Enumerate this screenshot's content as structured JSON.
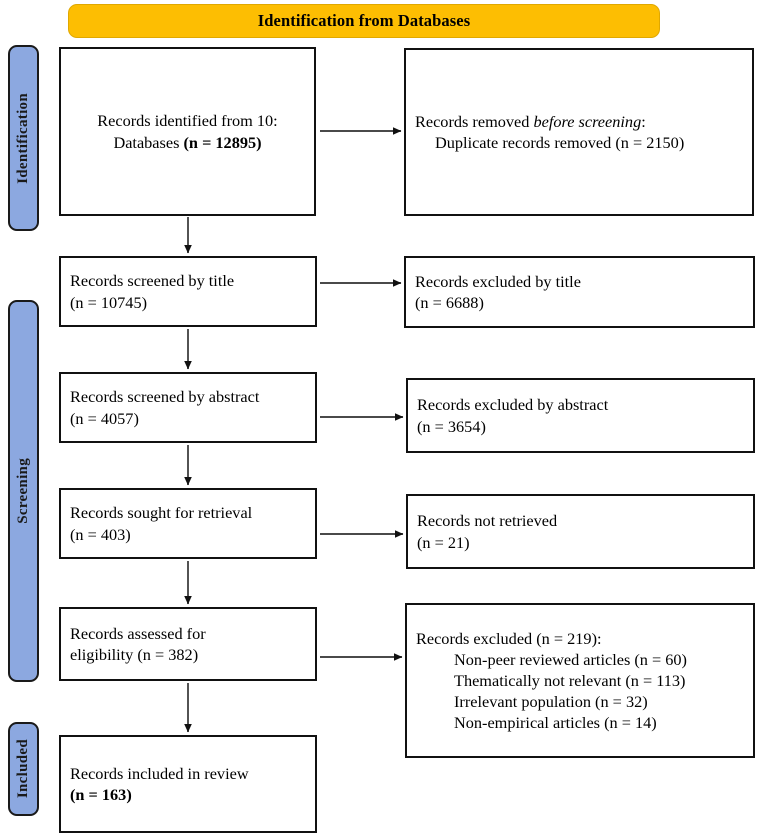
{
  "banner": {
    "label": "Identification from Databases",
    "color": "#FDBE02"
  },
  "stages": [
    {
      "name": "identification",
      "label": "Identification",
      "color": "#8CA8E0"
    },
    {
      "name": "screening",
      "label": "Screening",
      "color": "#8CA8E0"
    },
    {
      "name": "included",
      "label": "Included",
      "color": "#8CA8E0"
    }
  ],
  "boxes": {
    "identified": {
      "line1": "Records identified from 10:",
      "line2_plain": "Databases ",
      "line2_bold": "(n = 12895)"
    },
    "removed_before_screening": {
      "line1_plain": "Records removed ",
      "line1_italic": "before screening",
      "line1_tail": ":",
      "line2": "Duplicate records removed (n = 2150)"
    },
    "screened_title": {
      "line1": "Records screened by title",
      "line2": "(n = 10745)"
    },
    "excluded_title": {
      "line1": "Records excluded by title",
      "line2": "(n = 6688)"
    },
    "screened_abstract": {
      "line1": "Records screened by abstract",
      "line2": "(n = 4057)"
    },
    "excluded_abstract": {
      "line1": "Records excluded by abstract",
      "line2": "(n = 3654)"
    },
    "sought_retrieval": {
      "line1": "Records sought for retrieval",
      "line2": "(n = 403)"
    },
    "not_retrieved": {
      "line1": "Records not retrieved",
      "line2": "(n = 21)"
    },
    "assessed_eligibility": {
      "line1": "Records assessed for",
      "line2": "eligibility (n = 382)"
    },
    "excluded_eligibility": {
      "line1": "Records excluded (n = 219):",
      "line2": "Non-peer reviewed articles (n = 60)",
      "line3": "Thematically not relevant (n = 113)",
      "line4": "Irrelevant population (n = 32)",
      "line5": "Non-empirical articles (n = 14)"
    },
    "included_review": {
      "line1": "Records included in review",
      "line2_bold": "(n = 163)"
    }
  },
  "chart_data": {
    "type": "diagram",
    "title": "Identification from Databases",
    "diagram_kind": "PRISMA 2020 flow diagram",
    "stages": [
      "Identification",
      "Screening",
      "Included"
    ],
    "nodes": [
      {
        "id": "identified",
        "stage": "Identification",
        "column": "left",
        "text": "Records identified from 10: Databases (n = 12895)",
        "n": 12895
      },
      {
        "id": "removed_before_screening",
        "stage": "Identification",
        "column": "right",
        "text": "Records removed before screening: Duplicate records removed (n = 2150)",
        "n": 2150
      },
      {
        "id": "screened_title",
        "stage": "Screening",
        "column": "left",
        "text": "Records screened by title (n = 10745)",
        "n": 10745
      },
      {
        "id": "excluded_title",
        "stage": "Screening",
        "column": "right",
        "text": "Records excluded by title (n = 6688)",
        "n": 6688
      },
      {
        "id": "screened_abstract",
        "stage": "Screening",
        "column": "left",
        "text": "Records screened by abstract (n = 4057)",
        "n": 4057
      },
      {
        "id": "excluded_abstract",
        "stage": "Screening",
        "column": "right",
        "text": "Records excluded by abstract (n = 3654)",
        "n": 3654
      },
      {
        "id": "sought_retrieval",
        "stage": "Screening",
        "column": "left",
        "text": "Records sought for retrieval (n = 403)",
        "n": 403
      },
      {
        "id": "not_retrieved",
        "stage": "Screening",
        "column": "right",
        "text": "Records not retrieved (n = 21)",
        "n": 21
      },
      {
        "id": "assessed_eligibility",
        "stage": "Screening",
        "column": "left",
        "text": "Records assessed for eligibility (n = 382)",
        "n": 382
      },
      {
        "id": "excluded_eligibility",
        "stage": "Screening",
        "column": "right",
        "text": "Records excluded (n = 219)",
        "n": 219,
        "reasons": [
          {
            "label": "Non-peer reviewed articles",
            "n": 60
          },
          {
            "label": "Thematically not relevant",
            "n": 113
          },
          {
            "label": "Irrelevant population",
            "n": 32
          },
          {
            "label": "Non-empirical articles",
            "n": 14
          }
        ]
      },
      {
        "id": "included_review",
        "stage": "Included",
        "column": "left",
        "text": "Records included in review (n = 163)",
        "n": 163
      }
    ],
    "edges": [
      {
        "from": "identified",
        "to": "removed_before_screening",
        "direction": "right"
      },
      {
        "from": "identified",
        "to": "screened_title",
        "direction": "down"
      },
      {
        "from": "screened_title",
        "to": "excluded_title",
        "direction": "right"
      },
      {
        "from": "screened_title",
        "to": "screened_abstract",
        "direction": "down"
      },
      {
        "from": "screened_abstract",
        "to": "excluded_abstract",
        "direction": "right"
      },
      {
        "from": "screened_abstract",
        "to": "sought_retrieval",
        "direction": "down"
      },
      {
        "from": "sought_retrieval",
        "to": "not_retrieved",
        "direction": "right"
      },
      {
        "from": "sought_retrieval",
        "to": "assessed_eligibility",
        "direction": "down"
      },
      {
        "from": "assessed_eligibility",
        "to": "excluded_eligibility",
        "direction": "right"
      },
      {
        "from": "assessed_eligibility",
        "to": "included_review",
        "direction": "down"
      }
    ]
  }
}
